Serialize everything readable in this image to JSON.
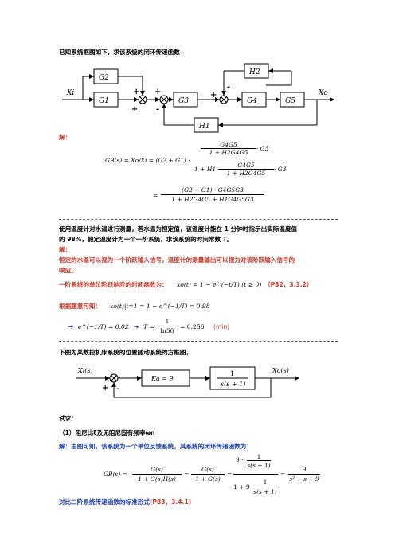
{
  "intro": "已知系统框图如下，求该系统的闭环传递函数",
  "diagram1": {
    "blocks": {
      "g2": "G2",
      "g1": "G1",
      "g3": "G3",
      "h2": "H2",
      "g4": "G4",
      "g5": "G5",
      "h1": "H1"
    },
    "input": "Xi",
    "output": "Xo",
    "signs": {
      "s1a": "+",
      "s1b": "+",
      "s2a": "+",
      "s2b": "-",
      "s3a": "+",
      "s3b": "-"
    }
  },
  "sol1": {
    "label": "解：",
    "lhs": "GB(s) = Xo/Xi = (G2 + G1) ·",
    "inner_top_num": "G4G5",
    "inner_top_den": "1 + H2G4G5",
    "times_g3": "· G3",
    "one_plus_h1": "1 + H1 ·",
    "inner_bot_num": "G4G5",
    "inner_bot_den": "1 + H2G4G5",
    "result_num": "(G2 + G1) · G4G5G3",
    "result_den": "1 + H2G4G5 + H1G4G5G3"
  },
  "q2": {
    "line1": "使用温度计对水温进行测量，若水温为恒定值，该温度计能在 1 分钟时指示出实际温度值",
    "line2": "的 98%，假定温度计为一个一阶系统，求该系统的时间常数 T。",
    "label": "解：",
    "expl1": "恒定的水温可以视为一个阶跃输入信号，温度计的测量输出可以视为对该阶跃输入信号的",
    "expl2": "响应。",
    "step_prefix": "一阶系统的单位阶跃响应的时间函数为：",
    "step_formula": "xo(t) = 1 − e^(−t/T)   (t ≥ 0)",
    "step_ref": "（P82，3.3.2）",
    "cond_prefix": "根据题意可知：",
    "cond_formula": "xo(t)|t=1 = 1 − e^(−1/T) = 0.98",
    "arrow1": "➔",
    "res_a": "e^(−1/T) = 0.02",
    "arrow2": "➔",
    "res_b_lhs": "T =",
    "res_b_num": "1",
    "res_b_den": "ln50",
    "res_b_val": "= 0.256",
    "res_b_unit": "(min)"
  },
  "q3": {
    "intro": "下图为某数控机床系统的位置随动系统的方框图，",
    "diagram": {
      "input": "Xi(s)",
      "output": "Xo(s)",
      "ka": "Ka = 9",
      "g_num": "1",
      "g_den": "s(s + 1)",
      "plus": "+",
      "minus": "-"
    },
    "ask": "试求：",
    "sub1": "（1）阻尼比ξ及无阻尼固有频率ωn",
    "sol": "解：由图可知，该系统为一个单位反馈系统，其系统的闭环传递函数为：",
    "gb_lhs": "GB(s) =",
    "f1_num": "G(s)",
    "f1_den": "1 + G(s)H(s)",
    "f2_num": "G(s)",
    "f2_den": "1 + G(s)",
    "f3_num_a": "9 ·",
    "f3_num_b": "1",
    "f3_num_c": "s(s + 1)",
    "f3_den_a": "1 + 9 ·",
    "f3_den_b": "1",
    "f3_den_c": "s(s + 1)",
    "f4_num": "9",
    "f4_den": "s² + s + 9",
    "compare": "对比二阶系统传递函数的标准形式",
    "compare_ref": "(P83，3.4.1)"
  }
}
